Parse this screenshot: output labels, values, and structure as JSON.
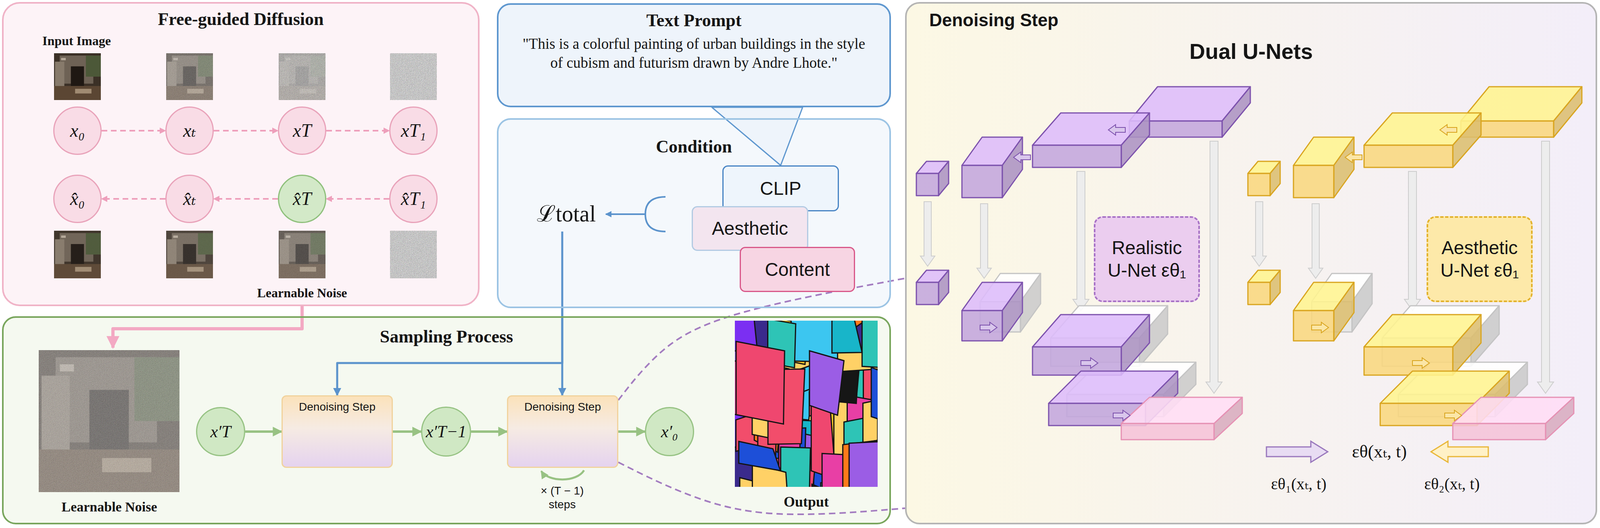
{
  "diagram": {
    "nodes": [
      {
        "text": [
          "Free-guided Diffusion"
        ]
      },
      {
        "text": [
          "x₀"
        ],
        "in": 0
      },
      {
        "text": [
          "xₜ"
        ],
        "in": 0
      },
      {
        "text": [
          "xT"
        ],
        "in": 0
      },
      {
        "text": [
          "xT₁"
        ],
        "in": 0
      },
      {
        "text": [
          "x̂₀"
        ],
        "in": 0
      },
      {
        "text": [
          "x̂ₜ"
        ],
        "in": 0
      },
      {
        "text": [
          "x̂T"
        ],
        "in": 0
      },
      {
        "text": [
          "x̂T₁"
        ],
        "in": 0
      },
      {
        "text": [
          "Text Prompt",
          "\"This is a colorful painting of urban buildings in the style of cubism and futurism drawn by Andre Lhote.\""
        ]
      },
      {
        "text": [
          "Condition"
        ]
      },
      {
        "text": [
          "CLIP"
        ],
        "in": 10
      },
      {
        "text": [
          "Aesthetic"
        ],
        "in": 10
      },
      {
        "text": [
          "Content"
        ],
        "in": 10
      },
      {
        "text": [
          "Sampling Process"
        ]
      },
      {
        "text": [
          "x′T"
        ],
        "in": 14
      },
      {
        "text": [
          "Denoising Step"
        ],
        "in": 14
      },
      {
        "text": [
          "x′T−1"
        ],
        "in": 14
      },
      {
        "text": [
          "Denoising Step"
        ],
        "in": 14
      },
      {
        "text": [
          "x′₀"
        ],
        "in": 14
      },
      {
        "text": [
          "Denoising Step",
          "Dual U-Nets"
        ]
      },
      {
        "text": [
          "Realistic U-Net εθ₁"
        ],
        "in": 20
      },
      {
        "text": [
          "Aesthetic U-Net εθ₁"
        ],
        "in": 20
      }
    ],
    "edges": [
      {
        "from": 1,
        "to": 2,
        "arrow": "to"
      },
      {
        "from": 2,
        "to": 3,
        "arrow": "to"
      },
      {
        "from": 3,
        "to": 4,
        "arrow": "to"
      },
      {
        "from": 8,
        "to": 7,
        "arrow": "to"
      },
      {
        "from": 7,
        "to": 6,
        "arrow": "to"
      },
      {
        "from": 6,
        "to": 5,
        "arrow": "to"
      },
      {
        "from": 0,
        "to": 14,
        "arrow": "to"
      },
      {
        "from": 9,
        "to": 11,
        "arrow": "none"
      },
      {
        "from": 10,
        "to": 16,
        "arrow": "to"
      },
      {
        "from": 10,
        "to": 18,
        "arrow": "to"
      },
      {
        "from": 15,
        "to": 16,
        "arrow": "to"
      },
      {
        "from": 16,
        "to": 17,
        "arrow": "to"
      },
      {
        "from": 17,
        "to": 18,
        "arrow": "to"
      },
      {
        "from": 18,
        "to": 19,
        "arrow": "to"
      },
      {
        "from": 18,
        "to": 20,
        "arrow": "none"
      },
      {
        "from": 18,
        "to": 20,
        "arrow": "none"
      }
    ],
    "labels": [
      "Input Image",
      "Learnable Noise",
      "ℒtotal",
      "Learnable Noise",
      "× (T − 1) steps",
      "Output",
      "εθ(xₜ, t)",
      "εθ₁(xₜ, t)",
      "εθ₂(xₜ, t)"
    ]
  }
}
